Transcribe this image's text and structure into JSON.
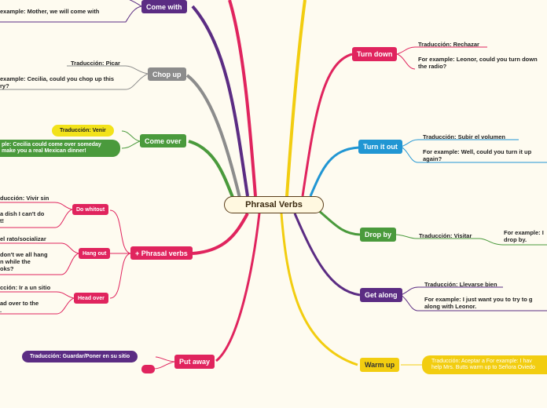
{
  "center": "Phrasal Verbs",
  "colors": {
    "red": "#e0245e",
    "purple": "#5b2c83",
    "gray": "#8c8c8c",
    "green": "#4a9a3c",
    "blue": "#2196d3",
    "yellow": "#f2cd10",
    "brown": "#6e4a1a"
  },
  "left": {
    "come_with": {
      "label": "Come with",
      "example": "example: Mother, we will come with"
    },
    "chop_up": {
      "label": "Chop up",
      "translation": "Traducción: Picar",
      "example_line1": "example: Cecilia, could you chop up this",
      "example_line2": "ry?"
    },
    "come_over": {
      "label": "Come over",
      "translation": "Traducción: Venir",
      "example_line1": "ple: Cecilia could come over someday",
      "example_line2": "make you a real Mexican dinner!"
    },
    "phrasal": {
      "label": "+ Phrasal verbs",
      "do_without": {
        "label": "Do whitout",
        "translation": "ducción: Vivir sin",
        "example_line1": "a dish I can't do",
        "example_line2": "t!"
      },
      "hang_out": {
        "label": "Hang out",
        "translation": "el rato/socializar",
        "example_line1": "don't we all hang",
        "example_line2": "n while the",
        "example_line3": "oks?"
      },
      "head_over": {
        "label": "Head over",
        "translation": "cción: Ir a un sitio",
        "example_line1": "ad over to the",
        "example_line2": "."
      }
    },
    "put_away": {
      "label": "Put away",
      "translation": "Traducción: Guardar/Poner en su sitio"
    }
  },
  "right": {
    "turn_down": {
      "label": "Turn down",
      "translation": "Traducción: Rechazar",
      "example_line1": "For example: Leonor, could you turn down",
      "example_line2": "the radio?"
    },
    "turn_it_out": {
      "label": "Turn it out",
      "translation": "Traducción: Subir el volumen",
      "example_line1": "For example: Well, could you turn it up",
      "example_line2": "again?"
    },
    "drop_by": {
      "label": "Drop by",
      "translation": "Traducción: Visitar",
      "example_line1": "For example: I",
      "example_line2": "drop by."
    },
    "get_along": {
      "label": "Get along",
      "translation": "Traducción: Llevarse bien",
      "example_line1": "For example: I just want you to try to g",
      "example_line2": "along with Leonor."
    },
    "warm_up": {
      "label": "Warm up",
      "note_line1": "Traducción: Aceptar a  For example: I hav",
      "note_line2": "help Mrs. Butts warm up to Señora Oviedo"
    }
  }
}
